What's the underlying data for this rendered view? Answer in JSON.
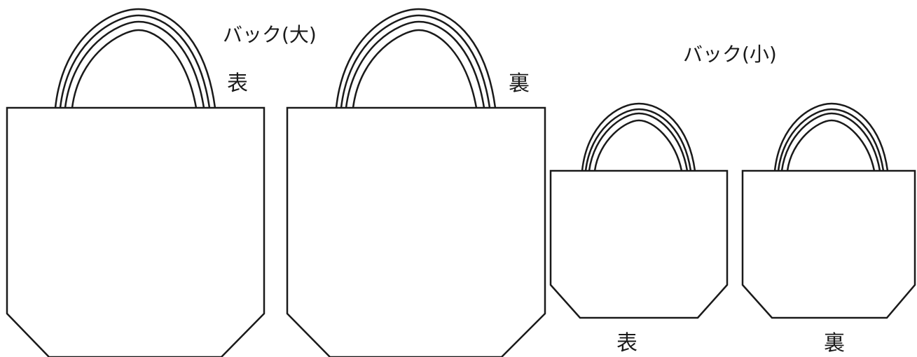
{
  "titles": {
    "large": "バック(大)",
    "small": "バック(小)"
  },
  "labels": {
    "large_front": "表",
    "large_back": "裏",
    "small_front": "表",
    "small_back": "裏"
  },
  "colors": {
    "stroke": "#1a1a1a",
    "fill": "#ffffff"
  }
}
